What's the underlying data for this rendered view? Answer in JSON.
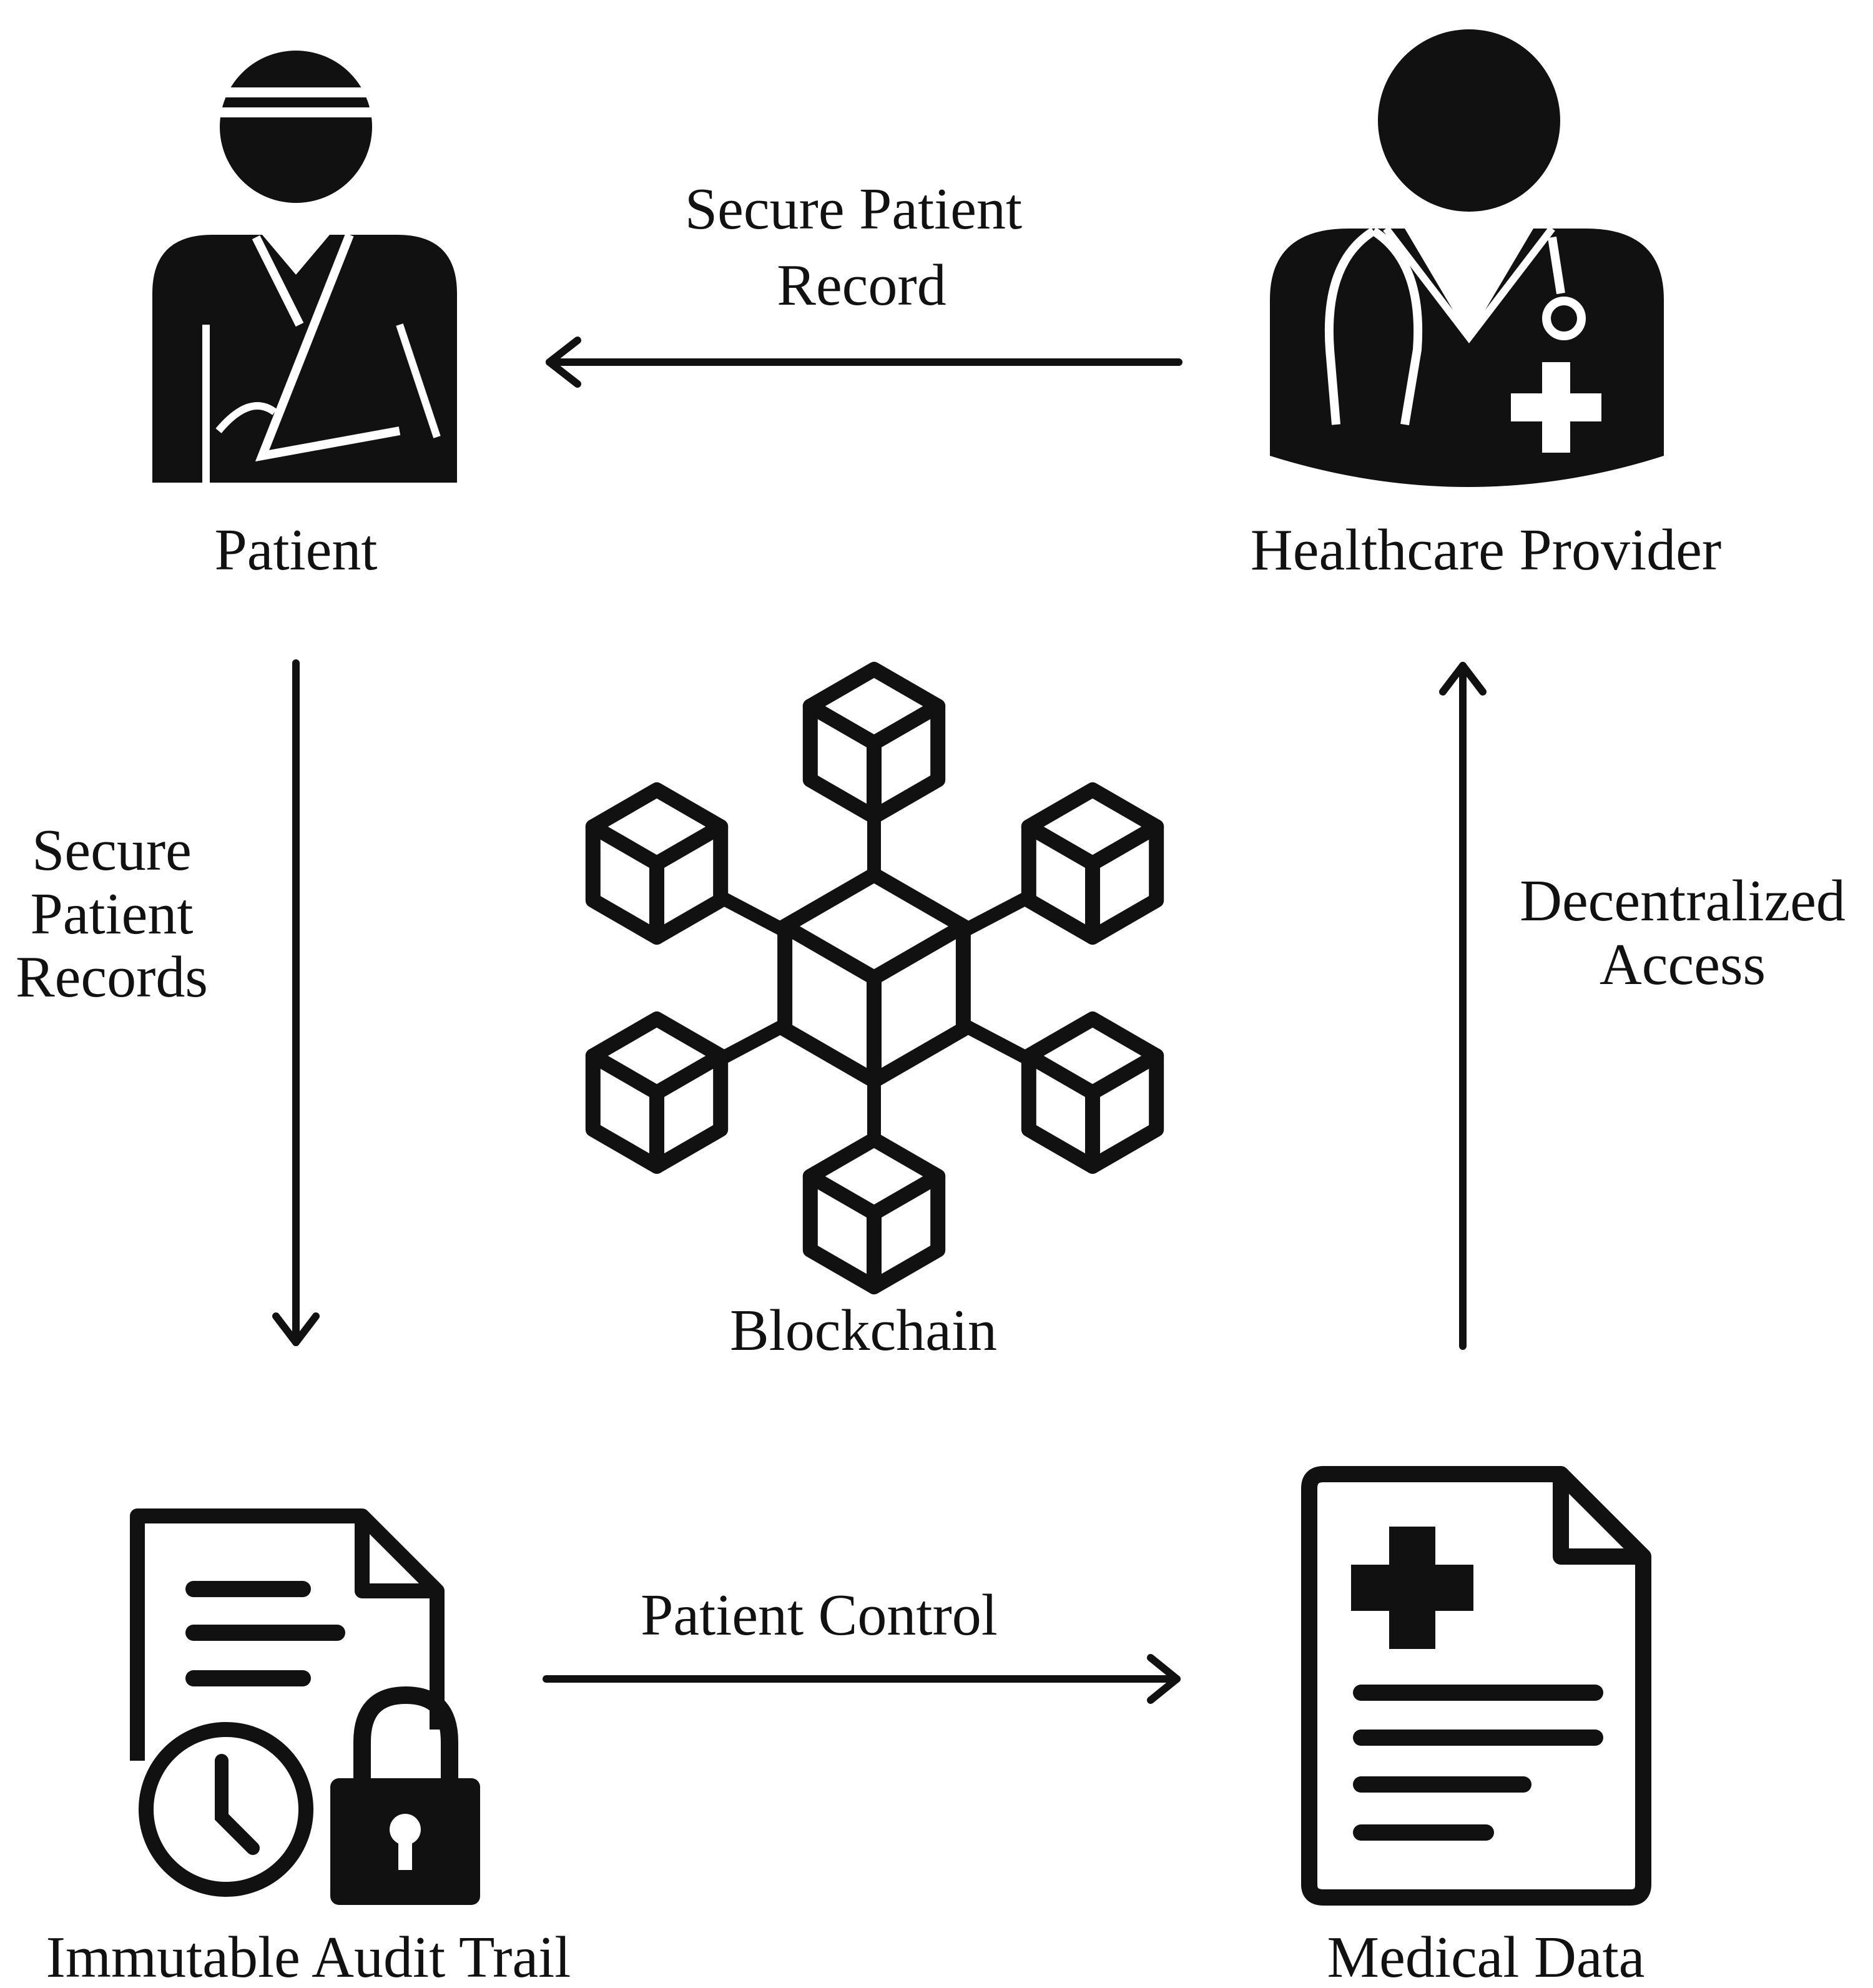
{
  "nodes": {
    "patient": {
      "label": "Patient",
      "icon": "injured-patient-icon"
    },
    "provider": {
      "label": "Healthcare Provider",
      "icon": "doctor-icon"
    },
    "blockchain": {
      "label": "Blockchain",
      "icon": "blockchain-network-icon"
    },
    "audit": {
      "label": "Immutable Audit Trail",
      "icon": "document-clock-lock-icon"
    },
    "medical": {
      "label": "Medical Data",
      "icon": "medical-document-icon"
    }
  },
  "edges": {
    "provider_to_patient": {
      "line1": "Secure Patient",
      "line2": "Record"
    },
    "patient_to_audit": {
      "line1": "Secure",
      "line2": "Patient",
      "line3": "Records"
    },
    "audit_to_medical": {
      "line1": "Patient Control"
    },
    "medical_to_provider": {
      "line1": "Decentralized",
      "line2": "Access"
    }
  },
  "colors": {
    "ink": "#111111",
    "background": "#ffffff"
  }
}
